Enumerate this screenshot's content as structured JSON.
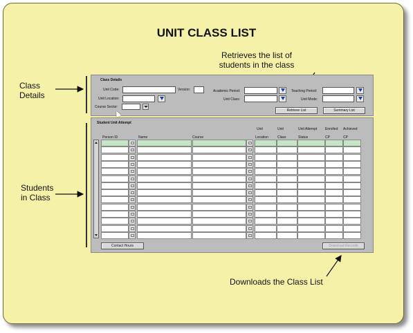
{
  "title": "UNIT CLASS LIST",
  "annotations": {
    "class_details": [
      "Class",
      "Details"
    ],
    "students_in_class": [
      "Students",
      "in Class"
    ],
    "retrieves": [
      "Retrieves the list of",
      "students in the class"
    ],
    "downloads": "Downloads the Class List"
  },
  "form": {
    "class_details_heading": "Class Details",
    "unit_code_label": "Unit Code:",
    "version_label": "Version:",
    "unit_location_label": "Unit Location:",
    "course_sector_label": "Course Sector:",
    "academic_period_label": "Academic Period:",
    "unit_class_label": "Unit Class:",
    "teaching_period_label": "Teaching Period:",
    "unit_mode_label": "Unit Mode:",
    "retrieve_list_button": "Retrieve List",
    "summary_list_button": "Summary List",
    "student_heading": "Student Unit Attempt",
    "columns": {
      "person_id": "Person ID",
      "name": "Name",
      "course": "Course",
      "unit_location": [
        "Unit",
        "Location"
      ],
      "unit_class": [
        "Unit",
        "Class"
      ],
      "unit_attempt_status": [
        "Unit Attempt",
        "Status"
      ],
      "enrolled_cp": [
        "Enrolled",
        "CP"
      ],
      "achieved_cp": [
        "Achieved",
        "CP"
      ]
    },
    "contact_hours_button": "Contact Hours",
    "download_button": "Download Records"
  }
}
